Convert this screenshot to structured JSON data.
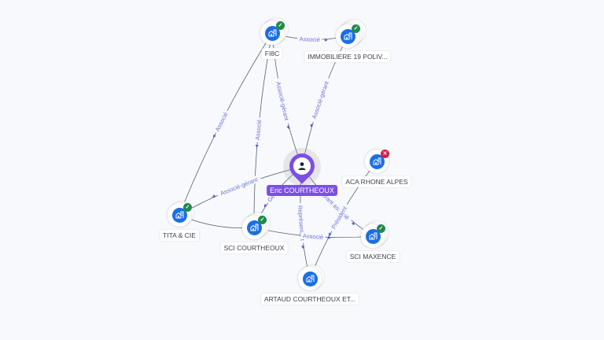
{
  "diagram": {
    "center_person": {
      "name": "Eric COURTHEOUX",
      "icon": "person-icon"
    },
    "companies": [
      {
        "id": "fi8c",
        "name": "FI8C",
        "icon": "building-icon",
        "status": "active",
        "status_icon": "check-icon"
      },
      {
        "id": "immo19",
        "name": "IMMOBILIERE 19 POLIV...",
        "icon": "building-icon",
        "status": "active",
        "status_icon": "check-icon"
      },
      {
        "id": "aca",
        "name": "ACA RHONE ALPES",
        "icon": "building-icon",
        "status": "closed",
        "status_icon": "close-icon"
      },
      {
        "id": "tita",
        "name": "TITA & CIE",
        "icon": "building-icon",
        "status": "active",
        "status_icon": "check-icon"
      },
      {
        "id": "scicourt",
        "name": "SCI COURTHEOUX",
        "icon": "building-icon",
        "status": "active",
        "status_icon": "check-icon"
      },
      {
        "id": "maxence",
        "name": "SCI MAXENCE",
        "icon": "building-icon",
        "status": "active",
        "status_icon": "check-icon"
      },
      {
        "id": "artaud",
        "name": "ARTAUD COURTHEOUX ET...",
        "icon": "building-icon",
        "status": "none",
        "status_icon": ""
      }
    ],
    "relations": [
      {
        "from": "fi8c",
        "to": "immo19",
        "label": "Associé"
      },
      {
        "from": "fi8c",
        "to": "tita",
        "label": "Associé"
      },
      {
        "from": "fi8c",
        "to": "scicourt",
        "label": "Associé"
      },
      {
        "from": "fi8c",
        "to": "person",
        "label": "Associé-gérant"
      },
      {
        "from": "immo19",
        "to": "person",
        "label": "Associé-gérant"
      },
      {
        "from": "person",
        "to": "tita",
        "label": "Associé-gérant"
      },
      {
        "from": "person",
        "to": "scicourt",
        "label": "Gérant"
      },
      {
        "from": "person",
        "to": "artaud",
        "label": "Représentant"
      },
      {
        "from": "person",
        "to": "maxence",
        "label": "Gérant associé"
      },
      {
        "from": "aca",
        "to": "artaud",
        "label": "Président"
      },
      {
        "from": "scicourt",
        "to": "maxence",
        "label": "Associé"
      },
      {
        "from": "tita",
        "to": "scicourt",
        "label": ""
      }
    ]
  }
}
